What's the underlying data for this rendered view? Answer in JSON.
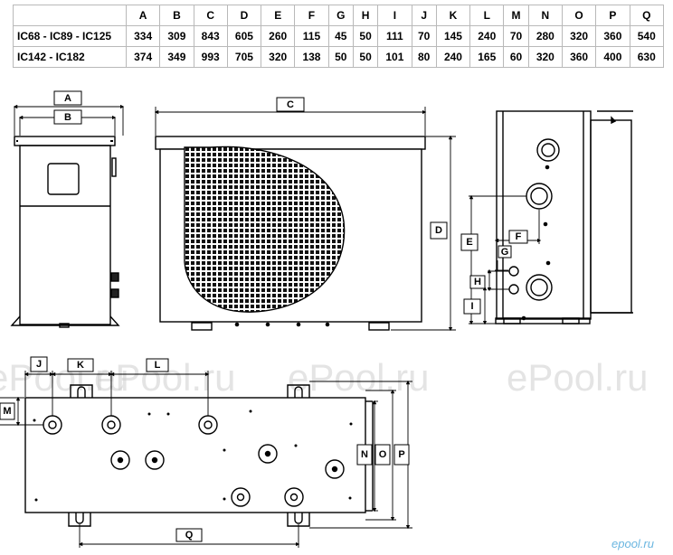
{
  "table": {
    "headers": [
      "",
      "A",
      "B",
      "C",
      "D",
      "E",
      "F",
      "G",
      "H",
      "I",
      "J",
      "K",
      "L",
      "M",
      "N",
      "O",
      "P",
      "Q"
    ],
    "rows": [
      {
        "model": "IC68 - IC89 - IC125",
        "values": [
          "334",
          "309",
          "843",
          "605",
          "260",
          "115",
          "45",
          "50",
          "111",
          "70",
          "145",
          "240",
          "70",
          "280",
          "320",
          "360",
          "540"
        ]
      },
      {
        "model": "IC142 - IC182",
        "values": [
          "374",
          "349",
          "993",
          "705",
          "320",
          "138",
          "50",
          "50",
          "101",
          "80",
          "240",
          "165",
          "60",
          "320",
          "360",
          "400",
          "630"
        ]
      }
    ]
  },
  "labels": {
    "A": "A",
    "B": "B",
    "C": "C",
    "D": "D",
    "E": "E",
    "F": "F",
    "G": "G",
    "H": "H",
    "I": "I",
    "J": "J",
    "K": "K",
    "L": "L",
    "M": "M",
    "N": "N",
    "O": "O",
    "P": "P",
    "Q": "Q"
  },
  "watermarks": {
    "main": "ePool.ru",
    "corner": "epool.ru"
  }
}
